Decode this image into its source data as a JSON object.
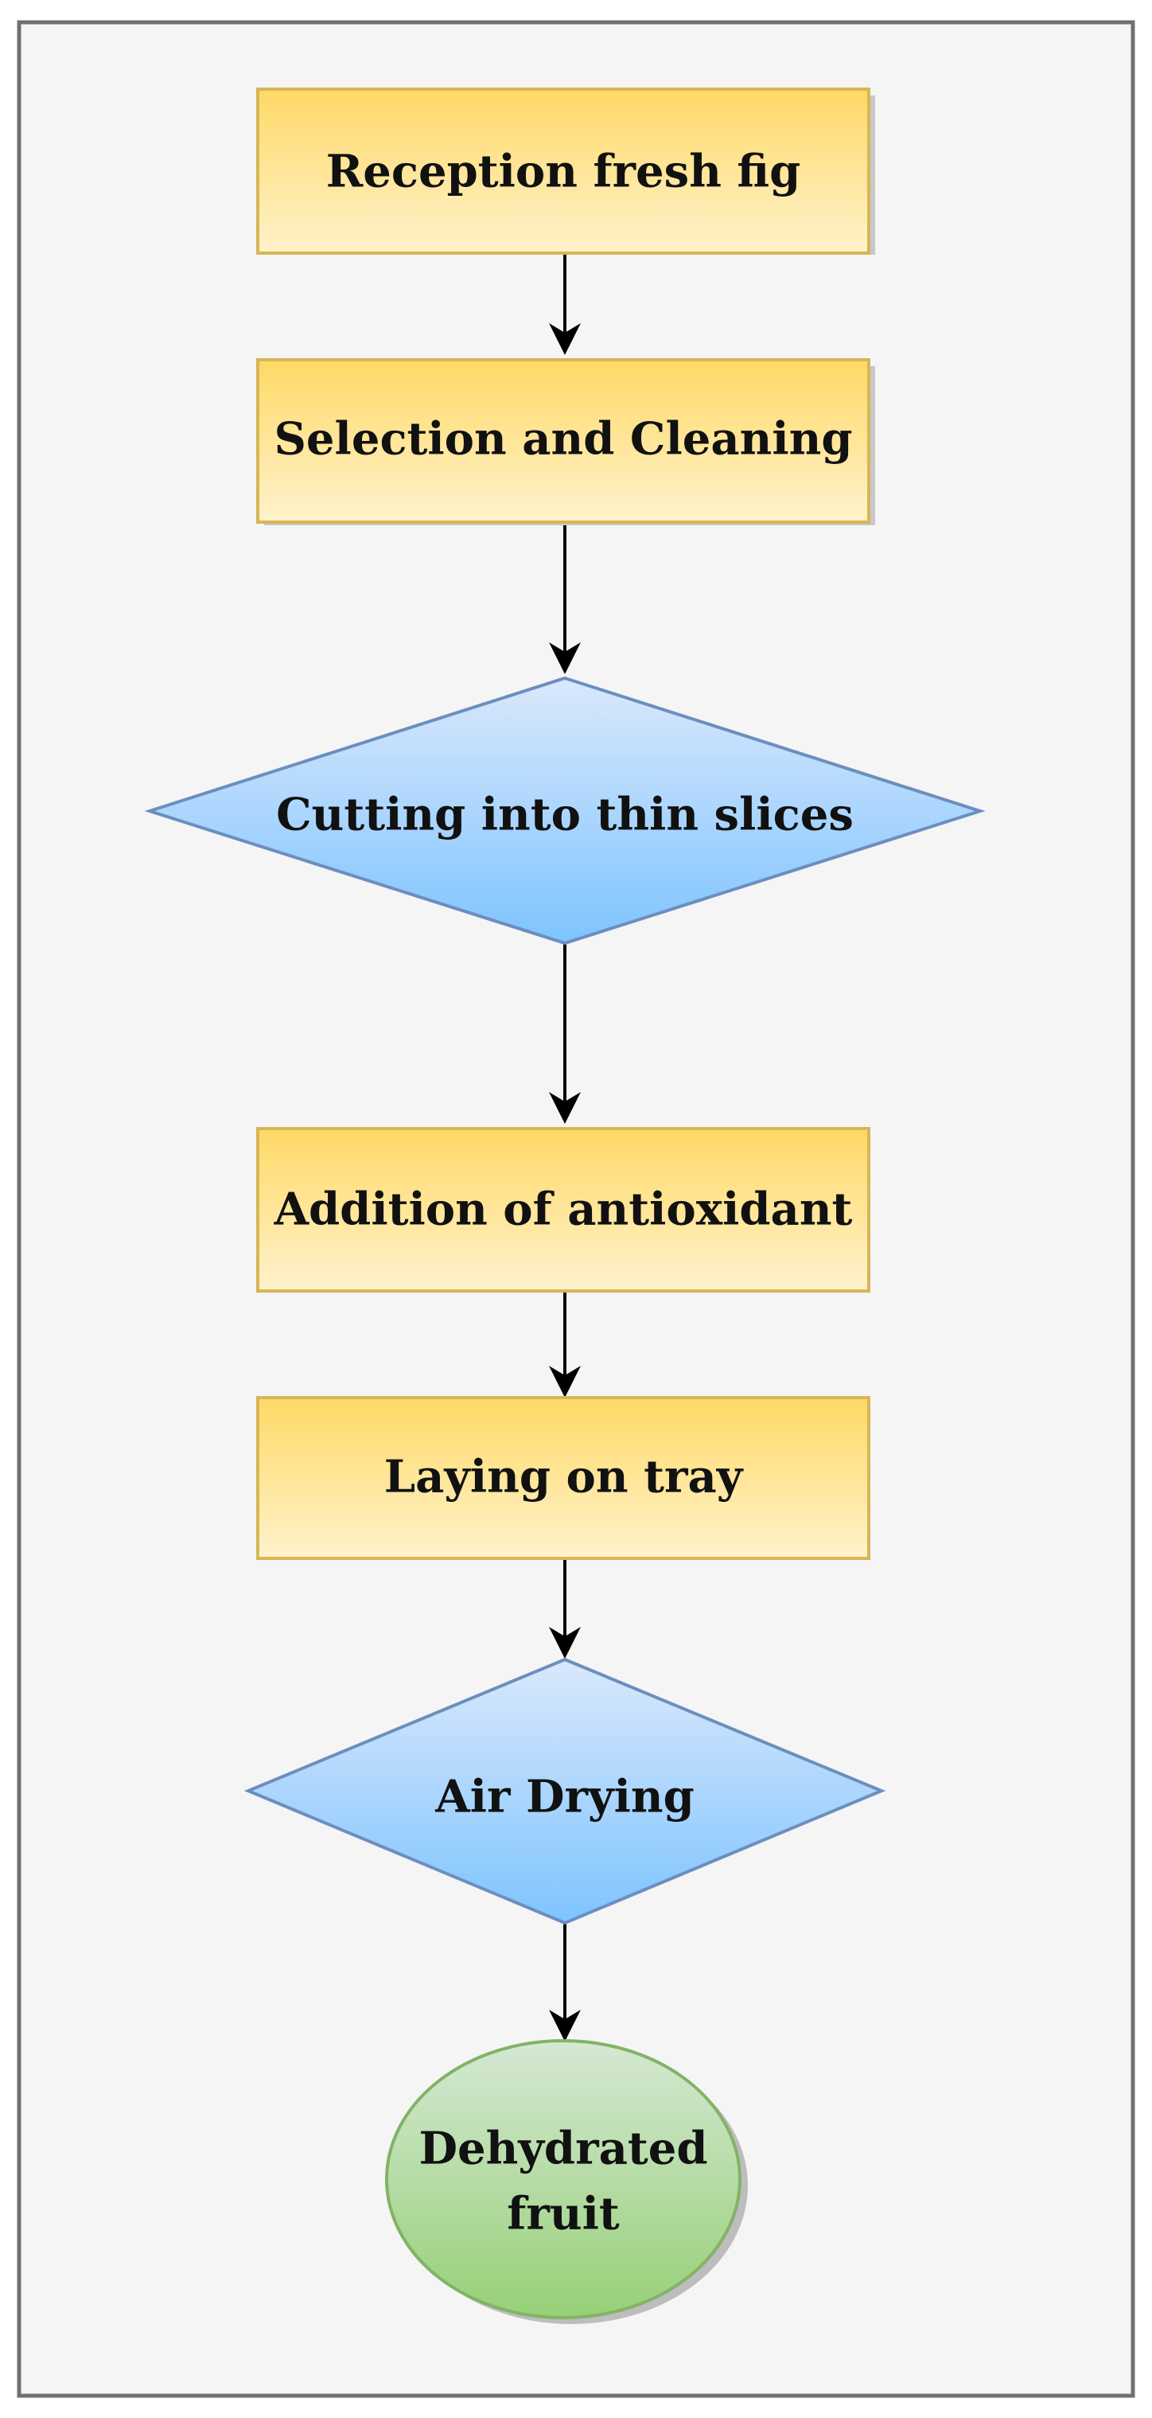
{
  "diagram": {
    "type": "flowchart",
    "colors": {
      "frame_fill": "#f5f5f5",
      "frame_stroke": "#707070",
      "process_top": "#ffd966",
      "process_bottom": "#fff2cc",
      "process_stroke": "#d6b656",
      "decision_top": "#dae8fc",
      "decision_bottom": "#7ec4ff",
      "decision_stroke": "#6c8ebf",
      "terminal_top": "#d5e8d4",
      "terminal_bottom": "#97d077",
      "terminal_stroke": "#82b366",
      "arrow": "#000000"
    },
    "nodes": [
      {
        "id": "reception",
        "shape": "process",
        "label": "Reception fresh fig"
      },
      {
        "id": "selection",
        "shape": "process",
        "label": "Selection and Cleaning"
      },
      {
        "id": "cutting",
        "shape": "decision",
        "label": "Cutting into thin slices"
      },
      {
        "id": "addition",
        "shape": "process",
        "label": "Addition of antioxidant"
      },
      {
        "id": "laying",
        "shape": "process",
        "label": "Laying on tray"
      },
      {
        "id": "drying",
        "shape": "decision",
        "label": "Air Drying"
      },
      {
        "id": "dehydrated",
        "shape": "terminal",
        "label_lines": [
          "Dehydrated",
          "fruit"
        ]
      }
    ],
    "edges": [
      {
        "from": "reception",
        "to": "selection"
      },
      {
        "from": "selection",
        "to": "cutting"
      },
      {
        "from": "cutting",
        "to": "addition"
      },
      {
        "from": "addition",
        "to": "laying"
      },
      {
        "from": "laying",
        "to": "drying"
      },
      {
        "from": "drying",
        "to": "dehydrated"
      }
    ]
  }
}
